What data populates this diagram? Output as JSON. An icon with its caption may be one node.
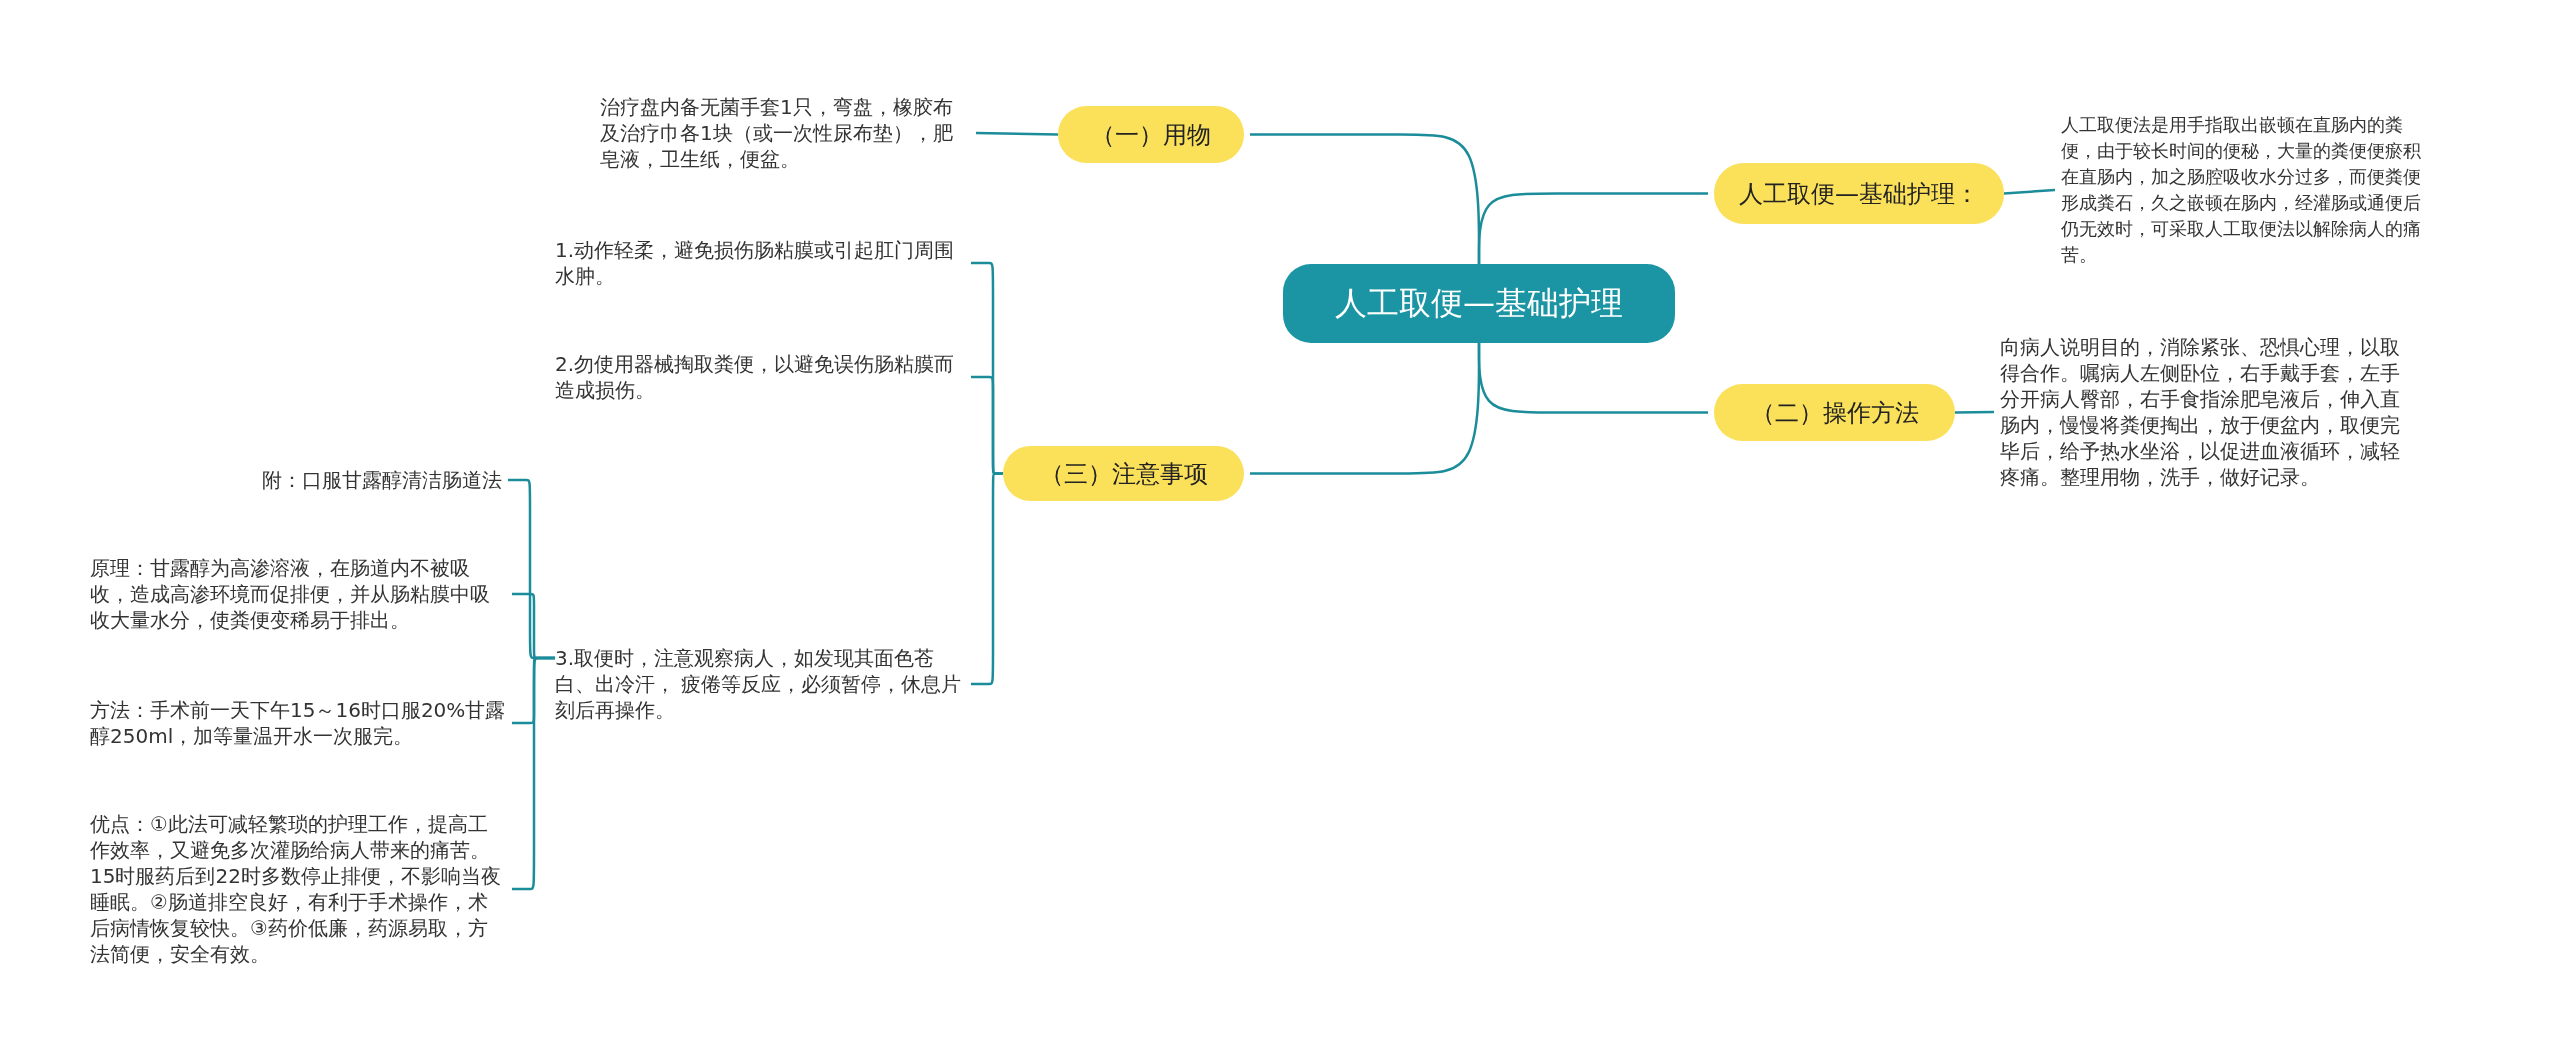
{
  "diagram": {
    "nodes": [
      {
        "text": [
          "人工取便—基础护理"
        ]
      },
      {
        "text": [
          "（一）用物"
        ]
      },
      {
        "text": [
          "治疗盘内备无菌手套1只，弯盘，橡胶布及治疗巾各1块（或一次性尿布垫），肥皂液，卫生纸，便盆。"
        ]
      },
      {
        "text": [
          "人工取便—基础护理："
        ]
      },
      {
        "text": [
          "人工取便法是用手指取出嵌顿在直肠内的粪便，由于较长时间的便秘，大量的粪便便瘀积在直肠内，加之肠腔吸收水分过多，而便粪便形成粪石，久之嵌顿在肠内，经灌肠或通便后仍无效时，可采取人工取便法以解除病人的痛苦。"
        ]
      },
      {
        "text": [
          "（二）操作方法"
        ]
      },
      {
        "text": [
          "向病人说明目的，消除紧张、恐惧心理，以取得合作。嘱病人左侧卧位，右手戴手套，左手分开病人臀部，右手食指涂肥皂液后，伸入直肠内，慢慢将粪便掏出，放于便盆内，取便完毕后，给予热水坐浴，以促进血液循环，减轻疼痛。整理用物，洗手，做好记录。"
        ]
      },
      {
        "text": [
          "（三）注意事项"
        ]
      },
      {
        "text": [
          "1.动作轻柔，避免损伤肠粘膜或引起肛门周围水肿。"
        ]
      },
      {
        "text": [
          "2.勿使用器械掏取粪便，以避免误伤肠粘膜而造成损伤。"
        ]
      },
      {
        "text": [
          "3.取便时，注意观察病人，如发现其面色苍白、出冷汗， 疲倦等反应，必须暂停，休息片刻后再操作。"
        ]
      },
      {
        "text": [
          "附：口服甘露醇清洁肠道法"
        ]
      },
      {
        "text": [
          "原理：甘露醇为高渗溶液，在肠道内不被吸收，造成高渗环境而促排便，并从肠粘膜中吸收大量水分，使粪便变稀易于排出。"
        ]
      },
      {
        "text": [
          "方法：手术前一天下午15～16时口服20%甘露醇250ml，加等量温开水一次服完。"
        ]
      },
      {
        "text": [
          "优点：①此法可减轻繁琐的护理工作，提高工作效率，又避免多次灌肠给病人带来的痛苦。15时服药后到22时多数停止排便，不影响当夜睡眠。②肠道排空良好，有利于手术操作，术后病情恢复较快。③药价低廉，药源易取，方法简便，安全有效。"
        ]
      }
    ],
    "edges": [
      {
        "from": 0,
        "to": 1,
        "arrow": "none"
      },
      {
        "from": 1,
        "to": 2,
        "arrow": "none"
      },
      {
        "from": 0,
        "to": 3,
        "arrow": "none"
      },
      {
        "from": 3,
        "to": 4,
        "arrow": "none"
      },
      {
        "from": 0,
        "to": 5,
        "arrow": "none"
      },
      {
        "from": 5,
        "to": 6,
        "arrow": "none"
      },
      {
        "from": 0,
        "to": 7,
        "arrow": "none"
      },
      {
        "from": 7,
        "to": 8,
        "arrow": "none"
      },
      {
        "from": 7,
        "to": 9,
        "arrow": "none"
      },
      {
        "from": 7,
        "to": 10,
        "arrow": "none"
      },
      {
        "from": 10,
        "to": 11,
        "arrow": "none"
      },
      {
        "from": 10,
        "to": 12,
        "arrow": "none"
      },
      {
        "from": 10,
        "to": 13,
        "arrow": "none"
      },
      {
        "from": 10,
        "to": 14,
        "arrow": "none"
      }
    ]
  }
}
